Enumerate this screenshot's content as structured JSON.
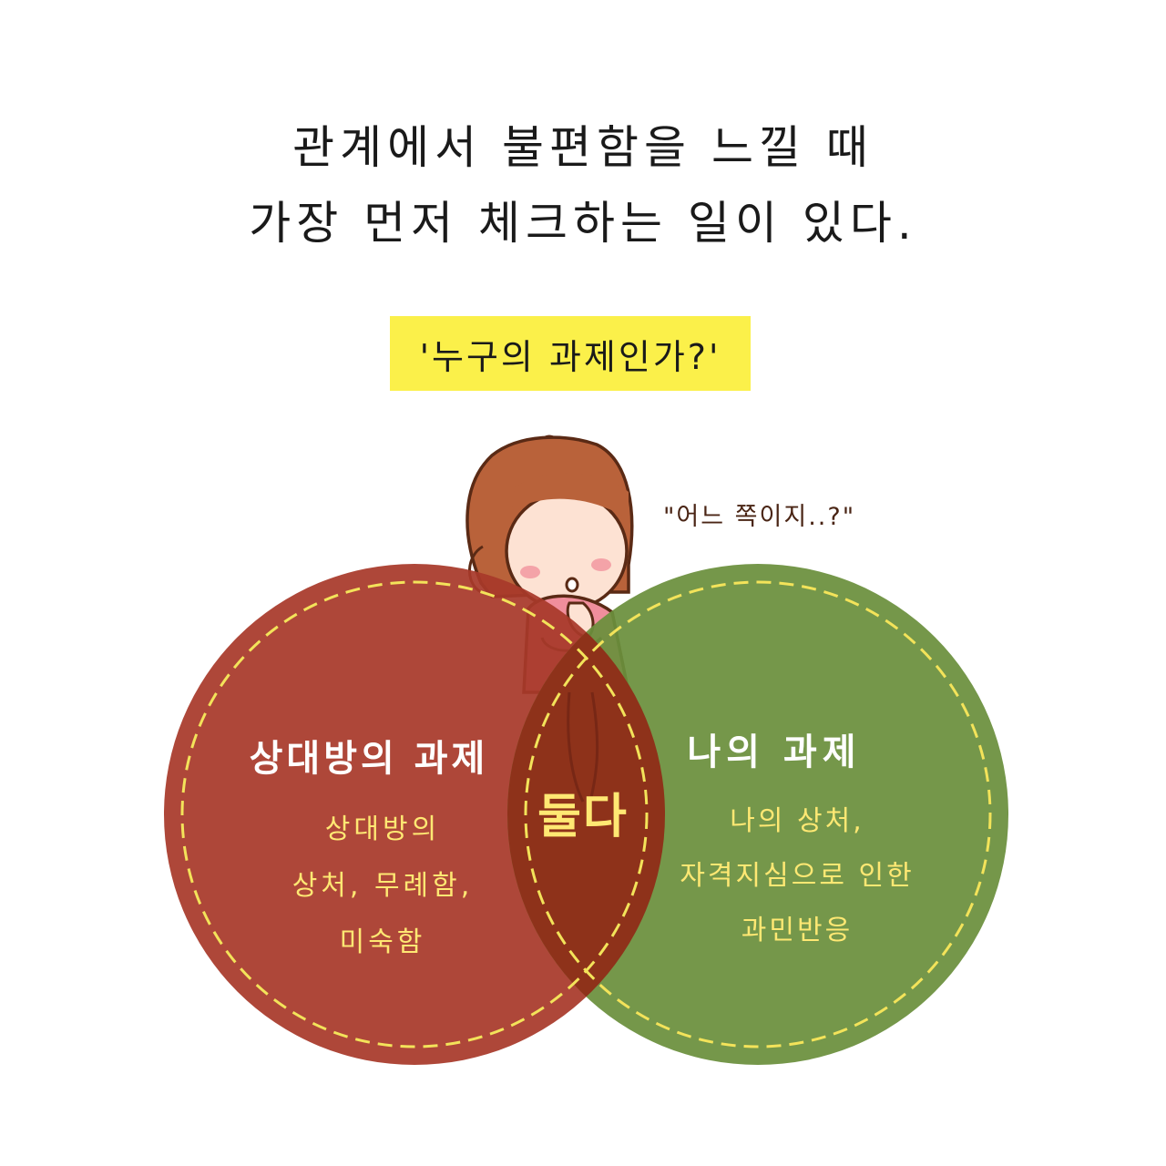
{
  "headline": {
    "line1": "관계에서 불편함을 느낄 때",
    "line2": "가장 먼저 체크하는 일이 있다."
  },
  "question_tag": "'누구의 과제인가?'",
  "speech": "\"어느 쪽이지..?\"",
  "venn": {
    "left": {
      "title": "상대방의 과제",
      "lines": [
        "상대방의",
        "상처, 무례함,",
        "미숙함"
      ],
      "color": "#a8392a"
    },
    "right": {
      "title": "나의 과제",
      "lines": [
        "나의 상처,",
        "자격지심으로 인한",
        "과민반응"
      ],
      "color": "#6b8f3c"
    },
    "overlap": {
      "label": "둘다",
      "color": "#8f2d18"
    },
    "dash_color": "#f3e35a"
  },
  "character": {
    "icon": "thinking-girl-illustration"
  }
}
